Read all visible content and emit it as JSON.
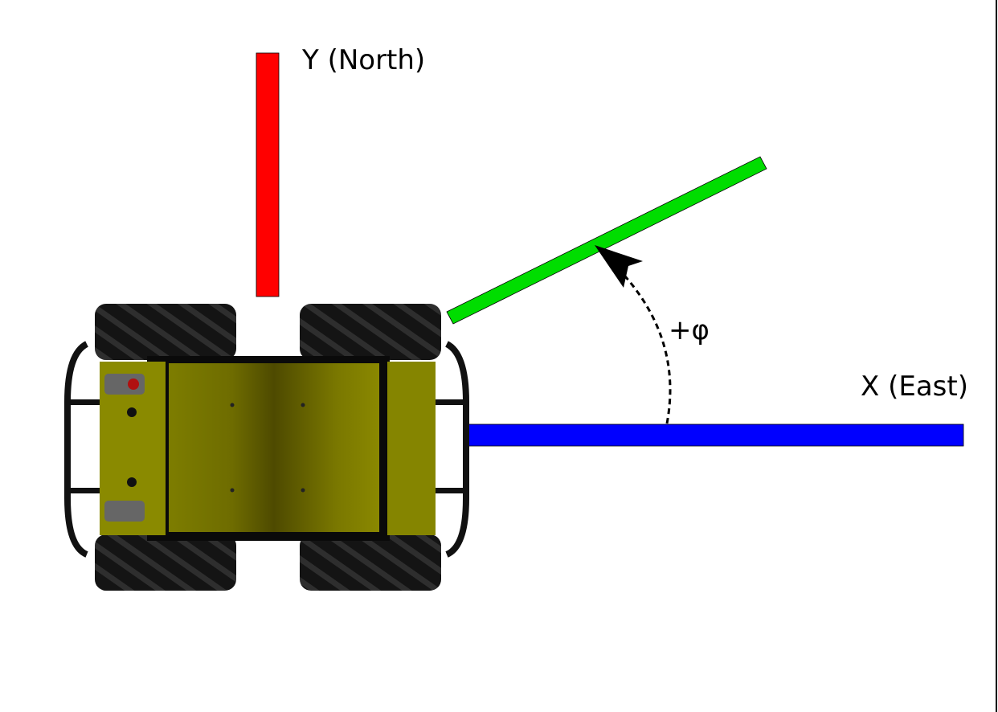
{
  "labels": {
    "y_axis": "Y (North)",
    "x_axis": "X (East)",
    "angle": "+φ"
  },
  "colors": {
    "y_axis": "#ff0000",
    "x_axis": "#0000ff",
    "heading": "#00dd00",
    "robot_body": "#8a8a00",
    "tire": "#111111"
  },
  "icons": [
    "robot-topview",
    "angle-arrow"
  ]
}
